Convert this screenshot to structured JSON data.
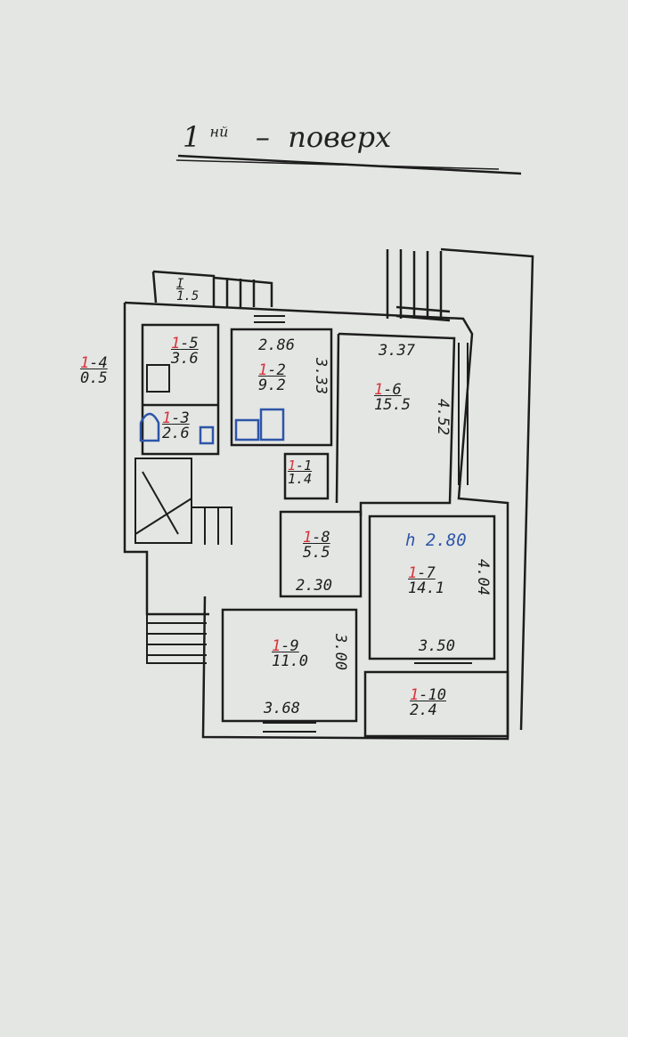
{
  "title": {
    "floor_number": "1",
    "suffix": "нй",
    "dash": "–",
    "word": "поверх"
  },
  "ceiling_height": "h 2.80",
  "porch": {
    "id": "I",
    "area": "1.5"
  },
  "rooms": [
    {
      "prefix": "1",
      "id": "-1",
      "area": "1.4"
    },
    {
      "prefix": "1",
      "id": "-2",
      "area": "9.2"
    },
    {
      "prefix": "1",
      "id": "-3",
      "area": "2.6"
    },
    {
      "prefix": "1",
      "id": "-4",
      "area": "0.5"
    },
    {
      "prefix": "1",
      "id": "-5",
      "area": "3.6"
    },
    {
      "prefix": "1",
      "id": "-6",
      "area": "15.5"
    },
    {
      "prefix": "1",
      "id": "-7",
      "area": "14.1"
    },
    {
      "prefix": "1",
      "id": "-8",
      "area": "5.5"
    },
    {
      "prefix": "1",
      "id": "-9",
      "area": "11.0"
    },
    {
      "prefix": "1",
      "id": "-10",
      "area": "2.4"
    }
  ],
  "dimensions": {
    "r2_width": "2.86",
    "r2_length": "3.33",
    "r6_width": "3.37",
    "r6_length": "4.52",
    "r7_length": "4.04",
    "r7_width": "3.50",
    "r8_width": "2.30",
    "r9_length": "3.00",
    "r9_width": "3.68"
  },
  "colors": {
    "paper": "#e4e6e4",
    "ink": "#1d1d1d",
    "red": "#d8323a",
    "blue": "#2d55a8"
  }
}
